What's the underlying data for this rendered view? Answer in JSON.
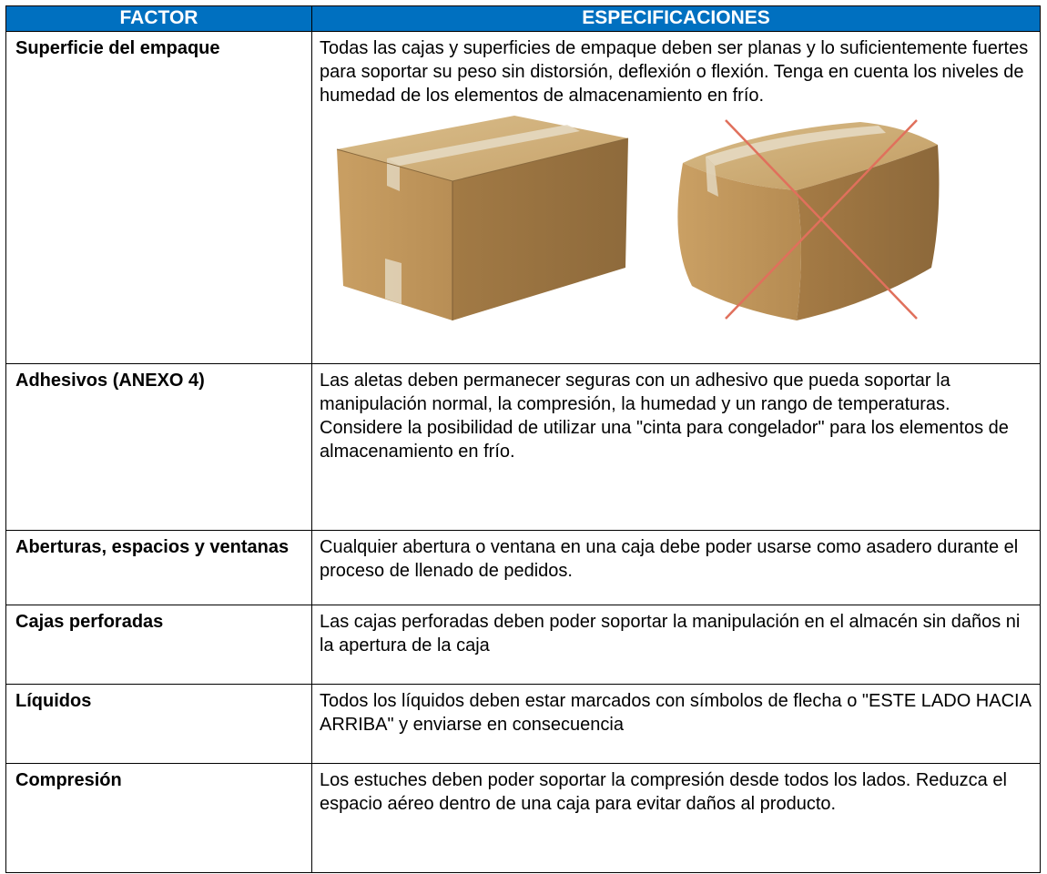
{
  "table": {
    "headers": {
      "factor": "FACTOR",
      "specifications": "ESPECIFICACIONES"
    },
    "rows": [
      {
        "factor": "Superficie del empaque",
        "specification": "Todas las cajas y superficies de empaque deben ser planas y lo suficientemente fuertes para soportar su peso sin distorsión, deflexión o flexión. Tenga en cuenta los niveles de humedad de los elementos de almacenamiento en frío.",
        "images": [
          {
            "icon": "flat-cardboard-box-icon",
            "status": "correct"
          },
          {
            "icon": "crushed-cardboard-box-crossed-out-icon",
            "status": "incorrect"
          }
        ]
      },
      {
        "factor": "Adhesivos (ANEXO 4)",
        "specification": "Las aletas deben permanecer seguras con un adhesivo que pueda soportar la manipulación normal, la compresión, la humedad y un rango de temperaturas. Considere la posibilidad de utilizar una \"cinta para congelador\" para los elementos de almacenamiento en frío."
      },
      {
        "factor": "Aberturas, espacios y ventanas",
        "specification": "Cualquier abertura o ventana en una caja debe poder usarse como asadero durante el proceso de llenado de pedidos."
      },
      {
        "factor": "Cajas perforadas",
        "specification": "Las cajas perforadas deben poder soportar la manipulación en el almacén sin daños ni la apertura de la caja"
      },
      {
        "factor": "Líquidos",
        "specification": "Todos los líquidos deben estar marcados con símbolos de flecha o \"ESTE LADO HACIA ARRIBA\" y enviarse en consecuencia"
      },
      {
        "factor": "Compresión",
        "specification": "Los estuches deben poder soportar la compresión desde todos los lados. Reduzca el espacio aéreo dentro de una caja para evitar daños al producto."
      }
    ]
  },
  "colors": {
    "header_background": "#0070c0",
    "header_text": "#ffffff",
    "border": "#000000",
    "cardboard": "#c9a46b",
    "cross_mark": "#e0705c"
  }
}
